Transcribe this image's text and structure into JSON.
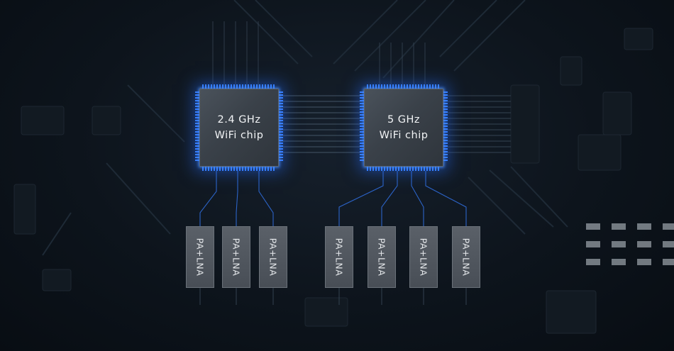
{
  "chips": [
    {
      "line1": "2.4 GHz",
      "line2": "WiFi chip"
    },
    {
      "line1": "5 GHz",
      "line2": "WiFi chip"
    }
  ],
  "amplifiers": [
    {
      "label": "PA+LNA"
    },
    {
      "label": "PA+LNA"
    },
    {
      "label": "PA+LNA"
    },
    {
      "label": "PA+LNA"
    },
    {
      "label": "PA+LNA"
    },
    {
      "label": "PA+LNA"
    },
    {
      "label": "PA+LNA"
    }
  ],
  "colors": {
    "glow": "#2f7bff",
    "chip": "#3c434b",
    "board": "#0c1219"
  }
}
